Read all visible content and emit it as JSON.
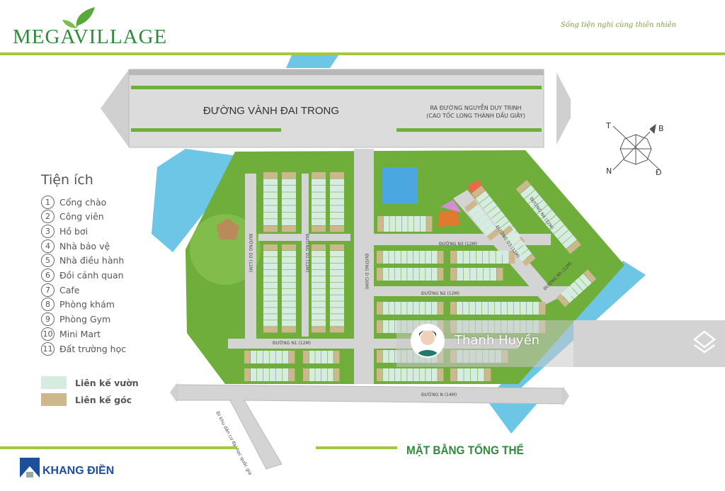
{
  "header": {
    "brand": "MEGAVILLAGE",
    "tagline": "Sống tiện nghi cùng thiên nhiên"
  },
  "roads": {
    "main": "ĐƯỜNG VÀNH ĐAI TRONG",
    "exit_line1": "RA ĐƯỜNG NGUYỄN DUY TRINH",
    "exit_line2": "(CAO TỐC LONG THÀNH DẦU GIÂY)",
    "n3": "ĐƯỜNG N3 (12M)",
    "n2": "ĐƯỜNG N2 (12M)",
    "n1": "ĐƯỜNG N1 (12M)",
    "n": "ĐƯỜNG N (14M)",
    "d1": "ĐƯỜNG D1 (12M)",
    "d2": "ĐƯỜNG D2 (12M)",
    "d": "ĐƯỜNG D (20M)",
    "d3": "ĐƯỜNG D3 (12M)",
    "n4": "ĐƯỜNG N4 (12M)",
    "n5": "ĐƯỜNG N5 (12M)",
    "side": "Đi khu dân cư đại học quốc gia"
  },
  "compass": {
    "north": "B",
    "south": "N",
    "east": "Đ",
    "west": "T"
  },
  "legend": {
    "title": "Tiện ích",
    "items": [
      {
        "num": "1",
        "label": "Cổng chào"
      },
      {
        "num": "2",
        "label": "Công viên"
      },
      {
        "num": "3",
        "label": "Hồ bơi"
      },
      {
        "num": "4",
        "label": "Nhà bảo vệ"
      },
      {
        "num": "5",
        "label": "Nhà điều hành"
      },
      {
        "num": "6",
        "label": "Đồi cảnh quan"
      },
      {
        "num": "7",
        "label": "Cafe"
      },
      {
        "num": "8",
        "label": "Phòng khám"
      },
      {
        "num": "9",
        "label": "Phòng Gym"
      },
      {
        "num": "10",
        "label": "Mini Mart"
      },
      {
        "num": "11",
        "label": "Đất trường học"
      }
    ],
    "types": [
      {
        "label": "Liên kế vườn",
        "color": "#d6ece0"
      },
      {
        "label": "Liên kế góc",
        "color": "#cdb88e"
      }
    ]
  },
  "footer": {
    "title": "MẶT BẰNG TỔNG THỂ",
    "developer": "KHANG ĐIỀN"
  },
  "watermark": {
    "name": "Thanh Huyền"
  },
  "colors": {
    "brand_green": "#2f8a3a",
    "accent_line": "#a5c840",
    "water": "#6ec6e6",
    "grass": "#6fae3a",
    "road": "#d9d9d9"
  }
}
